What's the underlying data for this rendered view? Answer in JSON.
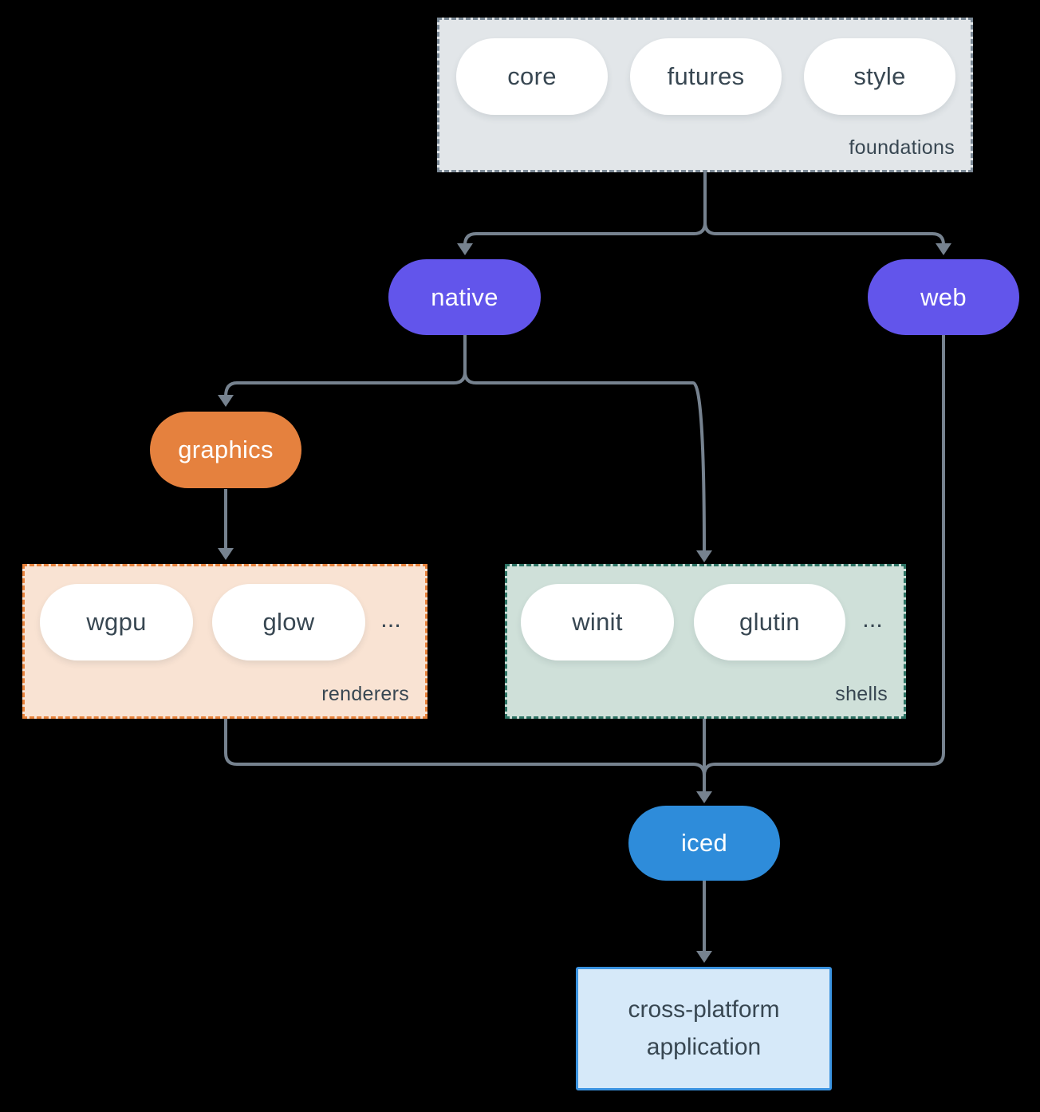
{
  "diagram": {
    "foundations": {
      "label": "foundations",
      "items": [
        "core",
        "futures",
        "style"
      ]
    },
    "native": {
      "label": "native"
    },
    "web": {
      "label": "web"
    },
    "graphics": {
      "label": "graphics"
    },
    "renderers": {
      "label": "renderers",
      "items": [
        "wgpu",
        "glow"
      ],
      "ellipsis": "..."
    },
    "shells": {
      "label": "shells",
      "items": [
        "winit",
        "glutin"
      ],
      "ellipsis": "..."
    },
    "iced": {
      "label": "iced"
    },
    "application": {
      "label": "cross-platform application"
    }
  },
  "colors": {
    "background": "#000000",
    "text": "#384752",
    "arrow": "#76828f",
    "foundations_fill": "#e2e6e9",
    "foundations_border": "#7b8996",
    "purple": "#6255eb",
    "orange": "#e5813e",
    "renderers_fill": "#f9e3d3",
    "renderers_border": "#e8833c",
    "shells_fill": "#cfe0d9",
    "shells_border": "#2d7364",
    "blue": "#2e8cda",
    "app_fill": "#d6e9f9",
    "app_border": "#3b93e0",
    "node_pill_fill": "#ffffff"
  }
}
